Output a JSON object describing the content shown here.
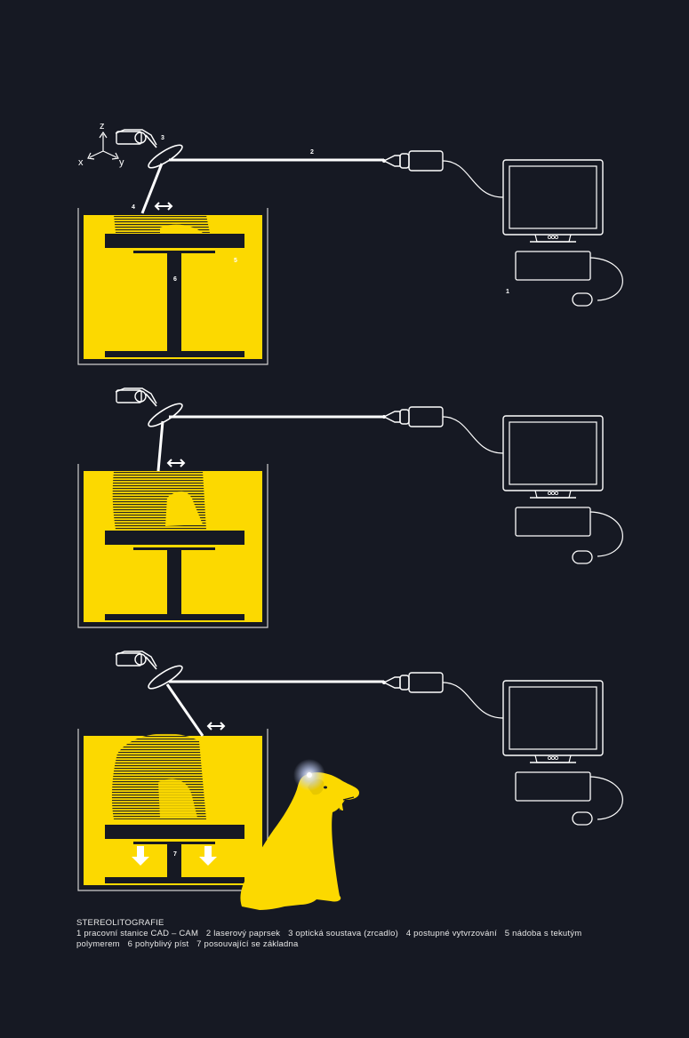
{
  "colors": {
    "background": "#161923",
    "resin": "#fcd900",
    "platform": "#161923",
    "beam": "#ffffff",
    "line": "#ffffff"
  },
  "axes": {
    "z": "z",
    "y": "y",
    "x": "x"
  },
  "stages": [
    {
      "number_labels": {
        "workstation": "1",
        "laser_beam": "2",
        "optics": "3",
        "build": "4",
        "vat": "5",
        "piston": "6"
      }
    },
    {
      "number_labels": {}
    },
    {
      "number_labels": {
        "base": "7"
      }
    }
  ],
  "icons": {
    "laser": "laser-emitter-icon",
    "mirror": "mirror-icon",
    "computer": "monitor-icon",
    "keyboard": "keyboard-icon",
    "mouse": "mouse-icon",
    "scan_arrow": "double-arrow-icon",
    "down_arrow": "down-arrow-icon",
    "dog": "dog-silhouette-icon"
  },
  "caption": {
    "title": "STEREOLITOGRAFIE",
    "items": [
      "1 pracovní stanice CAD – CAM",
      "2 laserový paprsek",
      "3 optická soustava (zrcadlo)",
      "4 postupné vytvrzování",
      "5 nádoba s tekutým polymerem",
      "6 pohyblivý píst",
      "7 posouvající se základna"
    ]
  }
}
